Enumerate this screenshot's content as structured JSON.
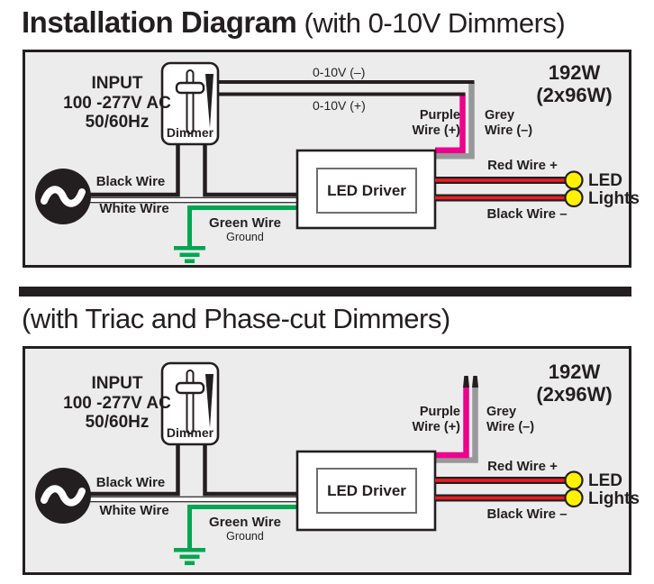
{
  "title": {
    "main": "Installation Diagram",
    "suffix": " (with 0-10V Dimmers)"
  },
  "section2_title": "(with Triac and Phase-cut Dimmers)",
  "colors": {
    "purple_wire": "#EC008C",
    "grey_wire": "#96989A",
    "green_wire": "#00A651",
    "red_wire": "#ED1C24",
    "yellow_led": "#FFF200",
    "outline_black": "#231F20",
    "panel_background": "#ECECEC"
  },
  "d1": {
    "input": {
      "0": "INPUT",
      "1": "100 -277V AC",
      "2": "50/60Hz"
    },
    "dimmer": "Dimmer",
    "v_neg": "0-10V (–)",
    "v_pos": "0-10V (+)",
    "power": {
      "0": "192W",
      "1": "(2x96W)"
    },
    "purple": {
      "0": "Purple",
      "1": "Wire (+)"
    },
    "grey": {
      "0": "Grey",
      "1": "Wire (–)"
    },
    "driver": "LED Driver",
    "black_wire": "Black Wire",
    "white_wire": "White Wire",
    "green_wire": "Green Wire",
    "ground": "Ground",
    "red_plus": "Red Wire +",
    "black_minus": "Black Wire –",
    "led": {
      "0": "LED",
      "1": "Lights"
    }
  },
  "d2": {
    "input": {
      "0": "INPUT",
      "1": "100 -277V AC",
      "2": "50/60Hz"
    },
    "dimmer": "Dimmer",
    "power": {
      "0": "192W",
      "1": "(2x96W)"
    },
    "purple": {
      "0": "Purple",
      "1": "Wire (+)"
    },
    "grey": {
      "0": "Grey",
      "1": "Wire (–)"
    },
    "driver": "LED Driver",
    "black_wire": "Black Wire",
    "white_wire": "White Wire",
    "green_wire": "Green Wire",
    "ground": "Ground",
    "red_plus": "Red Wire +",
    "black_minus": "Black Wire –",
    "led": {
      "0": "LED",
      "1": "Lights"
    }
  }
}
